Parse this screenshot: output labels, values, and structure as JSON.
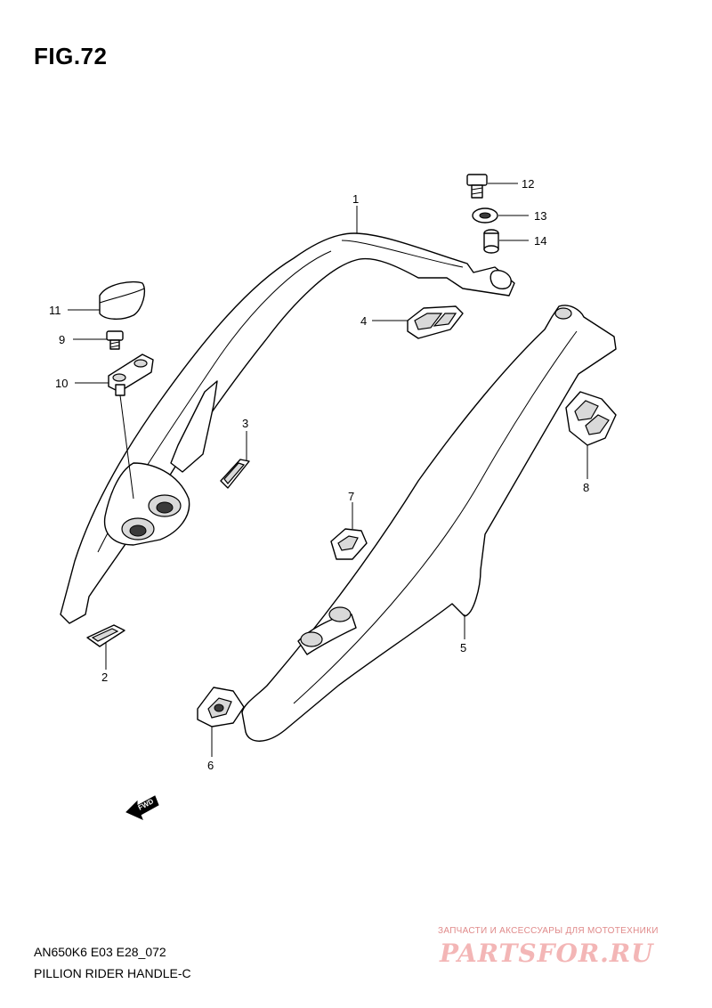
{
  "figure": {
    "title": "FIG.72",
    "model_code": "AN650K6 E03 E28_072",
    "caption": "PILLION RIDER HANDLE-C"
  },
  "callouts": {
    "p1": "1",
    "p2": "2",
    "p3": "3",
    "p4": "4",
    "p5": "5",
    "p6": "6",
    "p7": "7",
    "p8": "8",
    "p9": "9",
    "p10": "10",
    "p11": "11",
    "p12": "12",
    "p13": "13",
    "p14": "14"
  },
  "fwd_label": "FWD",
  "watermark": {
    "line1": "ЗАПЧАСТИ И АКСЕССУАРЫ ДЛЯ МОТОТЕХНИКИ",
    "logo": "PARTSFOR.RU"
  }
}
